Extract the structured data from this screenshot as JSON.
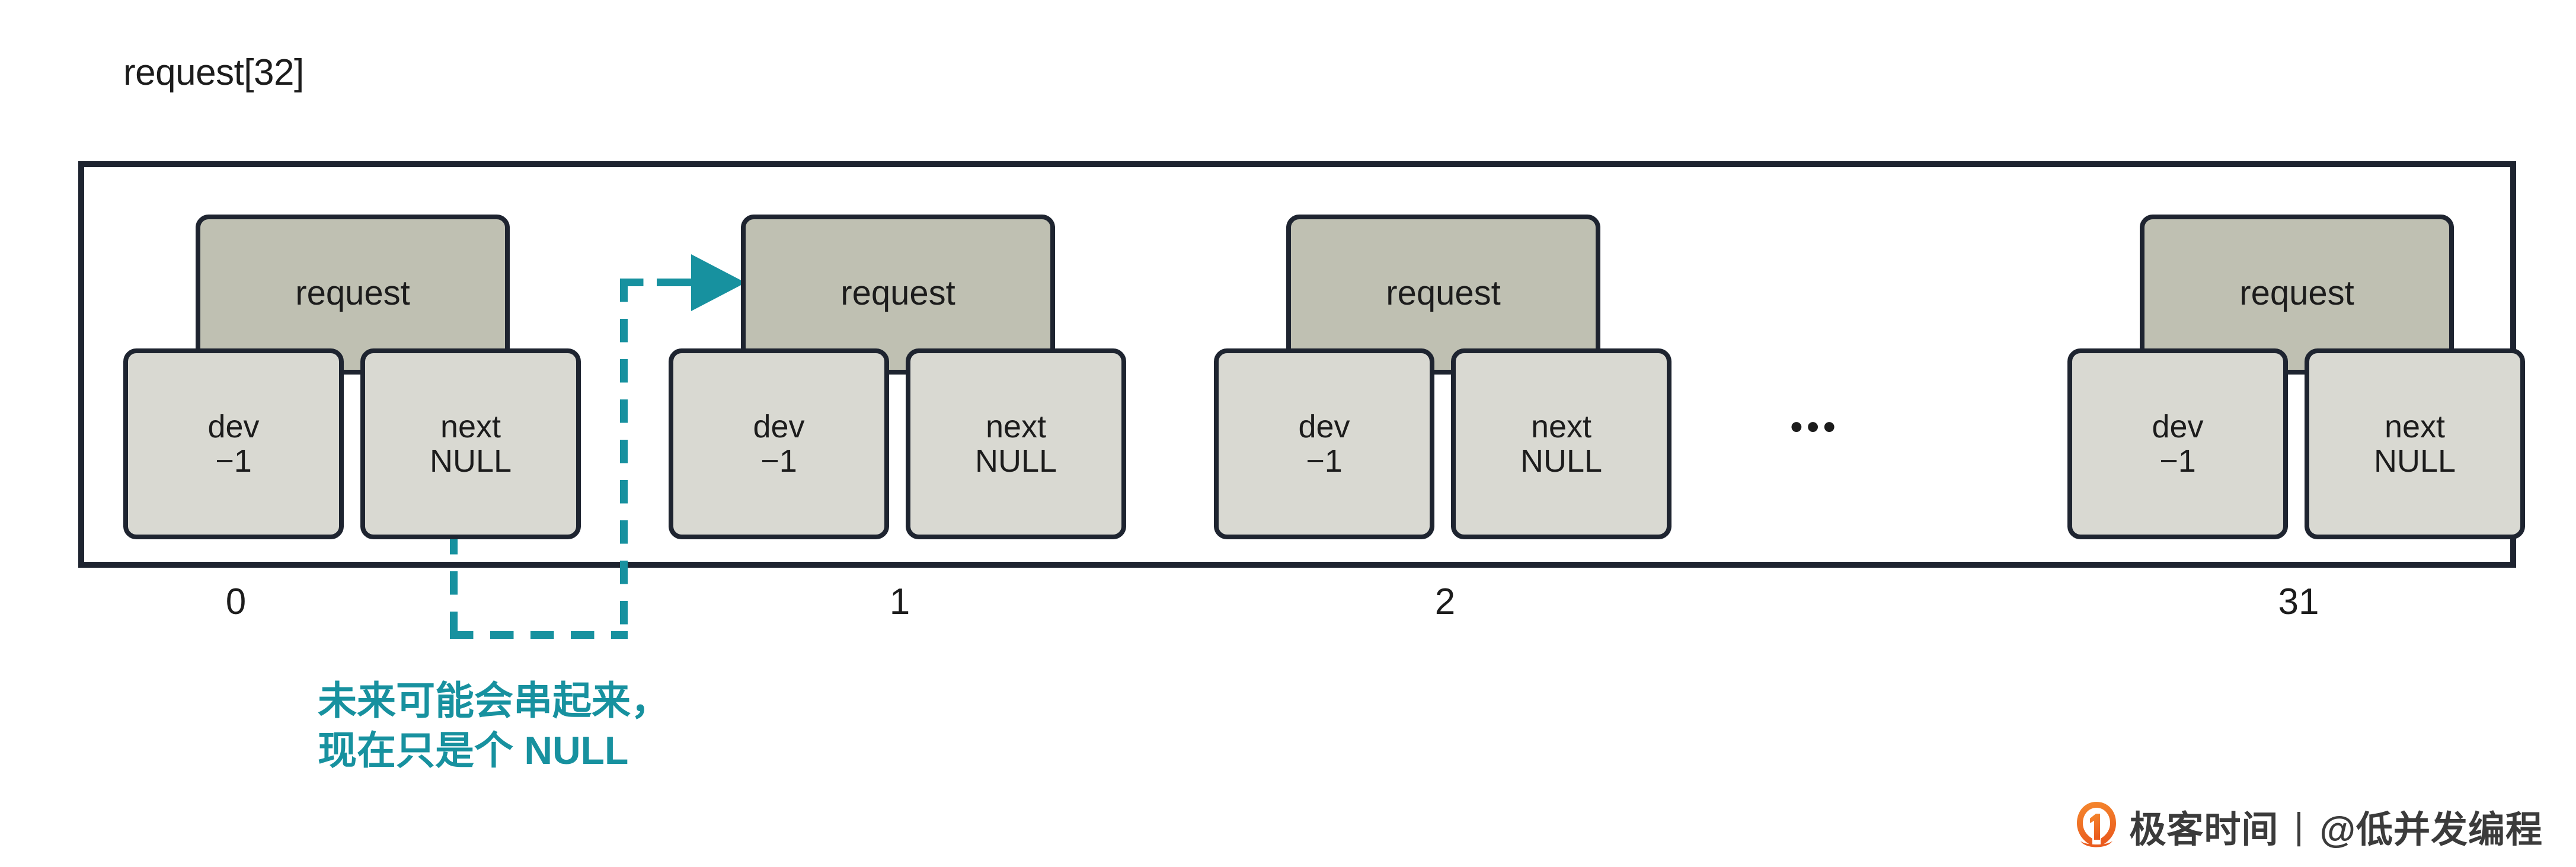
{
  "diagram": {
    "title": "request[32]",
    "ellipsis": "•••",
    "node_template": {
      "header_label": "request",
      "dev_label": "dev",
      "dev_value": "−1",
      "next_label": "next",
      "next_value": "NULL"
    },
    "nodes": [
      {
        "index_label": "0",
        "header_label": "request",
        "dev_label": "dev",
        "dev_value": "−1",
        "next_label": "next",
        "next_value": "NULL"
      },
      {
        "index_label": "1",
        "header_label": "request",
        "dev_label": "dev",
        "dev_value": "−1",
        "next_label": "next",
        "next_value": "NULL"
      },
      {
        "index_label": "2",
        "header_label": "request",
        "dev_label": "dev",
        "dev_value": "−1",
        "next_label": "next",
        "next_value": "NULL"
      },
      {
        "index_label": "31",
        "header_label": "request",
        "dev_label": "dev",
        "dev_value": "−1",
        "next_label": "next",
        "next_value": "NULL"
      }
    ],
    "annotation": {
      "line1": "未来可能会串起来，",
      "line2": "现在只是个 NULL"
    },
    "colors": {
      "accent_teal": "#17919f",
      "outline_dark": "#1e2430",
      "header_fill": "#bfc0b2",
      "field_fill": "#d9d9d2",
      "background": "#ffffff",
      "logo_orange": "#f06a23"
    }
  },
  "watermark": {
    "brand": "极客时间",
    "separator": "|",
    "author": "@低并发编程"
  }
}
